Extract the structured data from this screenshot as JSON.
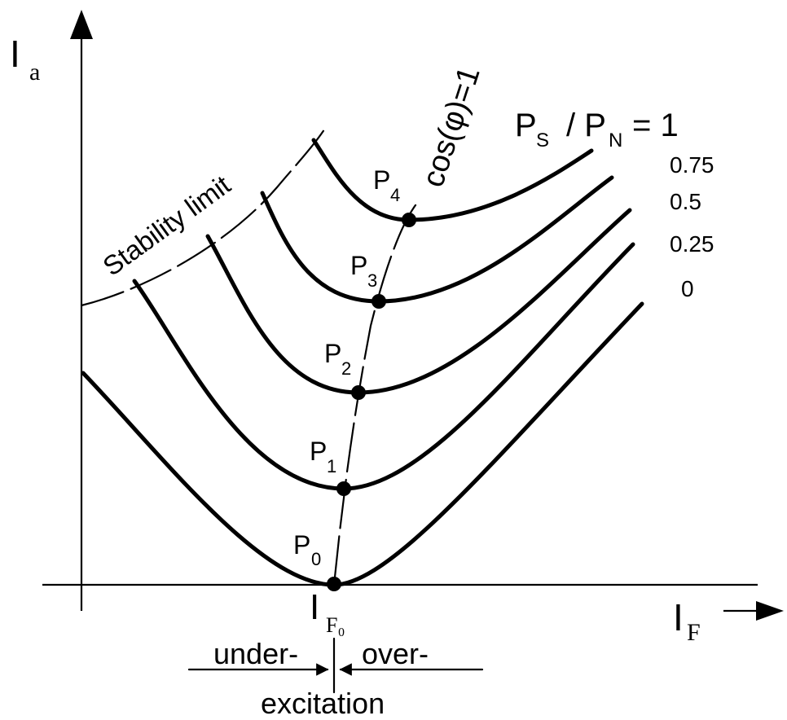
{
  "axes": {
    "y_label": "I",
    "y_sub": "a",
    "x_label": "I",
    "x_sub": "F",
    "origin_label": "I",
    "origin_sub": "F₀"
  },
  "stability_label": "Stability limit",
  "cos_label": "cos(φ)=1",
  "ratio_label": {
    "p1": "P",
    "s1": "S",
    "slash": "/ P",
    "s2": "N",
    "eq": "= 1"
  },
  "load_labels": [
    "0.75",
    "0.5",
    "0.25",
    "0"
  ],
  "points": [
    {
      "p": "P",
      "n": "0"
    },
    {
      "p": "P",
      "n": "1"
    },
    {
      "p": "P",
      "n": "2"
    },
    {
      "p": "P",
      "n": "3"
    },
    {
      "p": "P",
      "n": "4"
    }
  ],
  "excitation": {
    "under": "under-",
    "over": "over-",
    "label": "excitation"
  }
}
